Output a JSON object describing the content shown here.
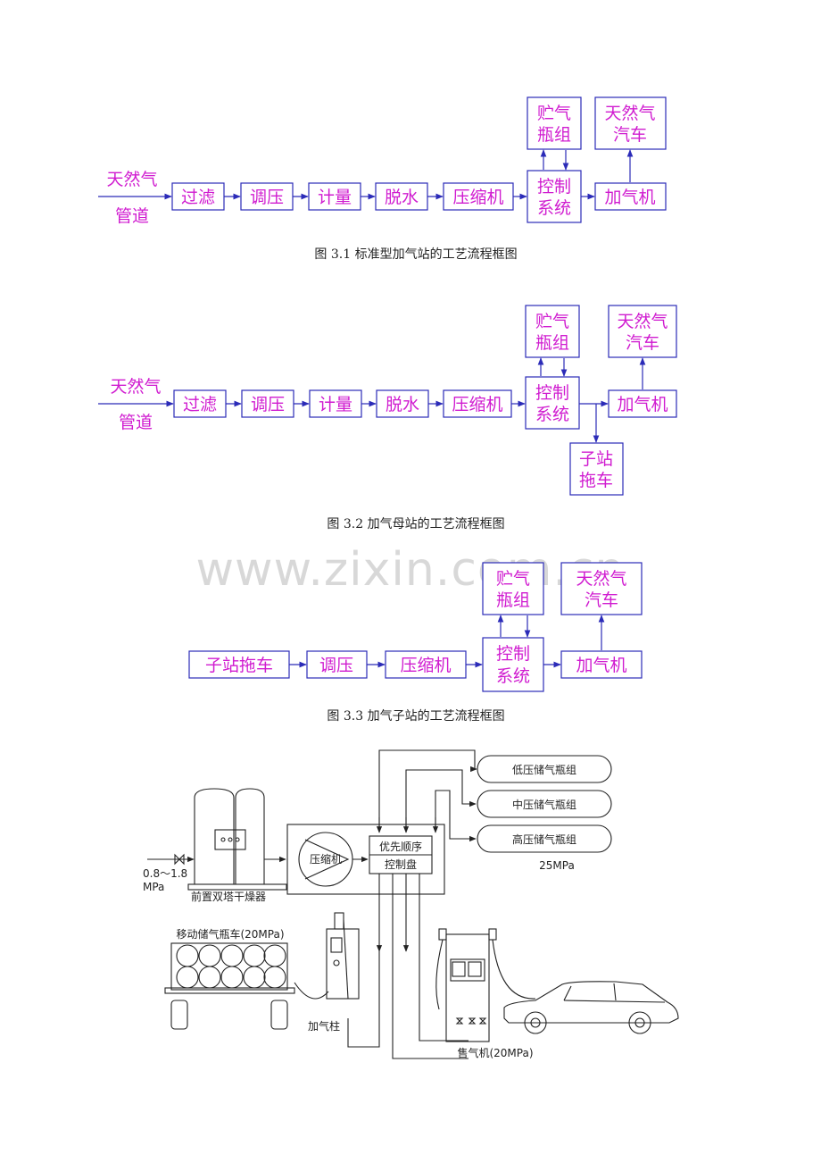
{
  "watermark": "www.zixin.com.cn",
  "figure1": {
    "caption": "图 3.1  标准型加气站的工艺流程框图",
    "source_top": "天然气",
    "source_bottom": "管道",
    "steps": [
      "过滤",
      "调压",
      "计量",
      "脱水",
      "压缩机"
    ],
    "control": [
      "控制",
      "系统"
    ],
    "storage": [
      "贮气",
      "瓶组"
    ],
    "dispenser": "加气机",
    "vehicle": [
      "天然气",
      "汽车"
    ]
  },
  "figure2": {
    "caption": "图 3.2 加气母站的工艺流程框图",
    "source_top": "天然气",
    "source_bottom": "管道",
    "steps": [
      "过滤",
      "调压",
      "计量",
      "脱水",
      "压缩机"
    ],
    "control": [
      "控制",
      "系统"
    ],
    "storage": [
      "贮气",
      "瓶组"
    ],
    "dispenser": "加气机",
    "vehicle": [
      "天然气",
      "汽车"
    ],
    "trailer": [
      "子站",
      "拖车"
    ]
  },
  "figure3": {
    "caption": "图 3.3  加气子站的工艺流程框图",
    "steps": [
      "子站拖车",
      "调压",
      "压缩机"
    ],
    "control": [
      "控制",
      "系统"
    ],
    "storage": [
      "贮气",
      "瓶组"
    ],
    "dispenser": "加气机",
    "vehicle": [
      "天然气",
      "汽车"
    ]
  },
  "figure4": {
    "inlet_pressure": [
      "0.8～1.8",
      "MPa"
    ],
    "dryer": "前置双塔干燥器",
    "compressor": "压缩机",
    "priority_panel": [
      "优先顺序",
      "控制盘"
    ],
    "low_bank": "低压储气瓶组",
    "mid_bank": "中压储气瓶组",
    "high_bank": "高压储气瓶组",
    "bank_pressure": "25MPa",
    "mobile_trailer": "移动储气瓶车(20MPa)",
    "filling_post": "加气柱",
    "dispenser": "售气机(20MPa)"
  }
}
